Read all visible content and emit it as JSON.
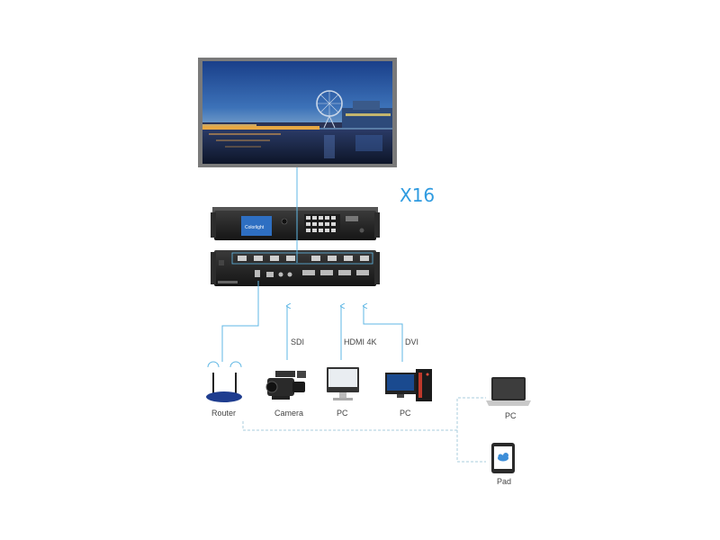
{
  "model": "X16",
  "brand": "Colorlight",
  "connections": {
    "sdi": "SDI",
    "hdmi": "HDMI 4K",
    "dvi": "DVI"
  },
  "devices": {
    "router": "Router",
    "camera": "Camera",
    "pc1": "PC",
    "pc2": "PC",
    "laptop": "PC",
    "pad": "Pad"
  },
  "colors": {
    "line": "#5fb7e4",
    "dashed": "#aaccdd",
    "model": "#2f9be0"
  }
}
